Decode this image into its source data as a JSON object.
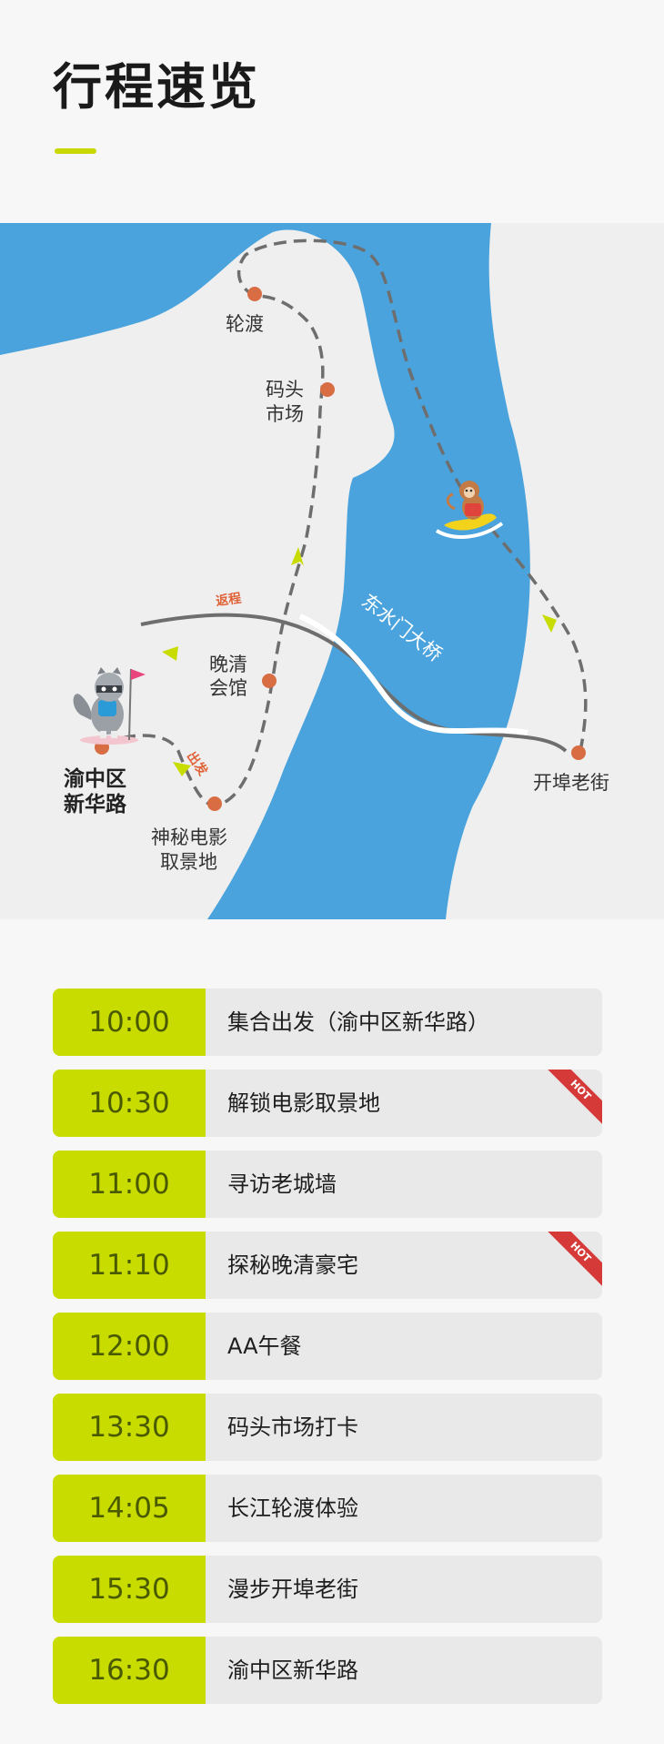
{
  "page_title": "行程速览",
  "colors": {
    "accent": "#c9dc00",
    "river": "#4aa3dc",
    "land": "#efefef",
    "route_dash": "#6e6e6e",
    "stop_dot": "#d86d44",
    "hot": "#d53a38",
    "route_tag": "#e0643a"
  },
  "map": {
    "stops": {
      "ferry": "轮渡",
      "wharf_market_line1": "码头",
      "wharf_market_line2": "市场",
      "wanqing_line1": "晚清",
      "wanqing_line2": "会馆",
      "movie_line1": "神秘电影",
      "movie_line2": "取景地",
      "start_line1": "渝中区",
      "start_line2": "新华路",
      "kaibu": "开埠老街"
    },
    "bridge_label": "东水门大桥",
    "return_tag": "返程",
    "depart_tag": "出发",
    "icons": [
      "raccoon-hiker-icon",
      "monkey-on-banana-boat-icon",
      "flag-icon",
      "arrow-icon"
    ]
  },
  "schedule": [
    {
      "time": "10:00",
      "activity": "集合出发（渝中区新华路）",
      "hot": false
    },
    {
      "time": "10:30",
      "activity": "解锁电影取景地",
      "hot": true,
      "badge": "HOT"
    },
    {
      "time": "11:00",
      "activity": "寻访老城墙",
      "hot": false
    },
    {
      "time": "11:10",
      "activity": "探秘晚清豪宅",
      "hot": true,
      "badge": "HOT"
    },
    {
      "time": "12:00",
      "activity": "AA午餐",
      "hot": false
    },
    {
      "time": "13:30",
      "activity": "码头市场打卡",
      "hot": false
    },
    {
      "time": "14:05",
      "activity": "长江轮渡体验",
      "hot": false
    },
    {
      "time": "15:30",
      "activity": "漫步开埠老街",
      "hot": false
    },
    {
      "time": "16:30",
      "activity": "渝中区新华路",
      "hot": false
    }
  ]
}
